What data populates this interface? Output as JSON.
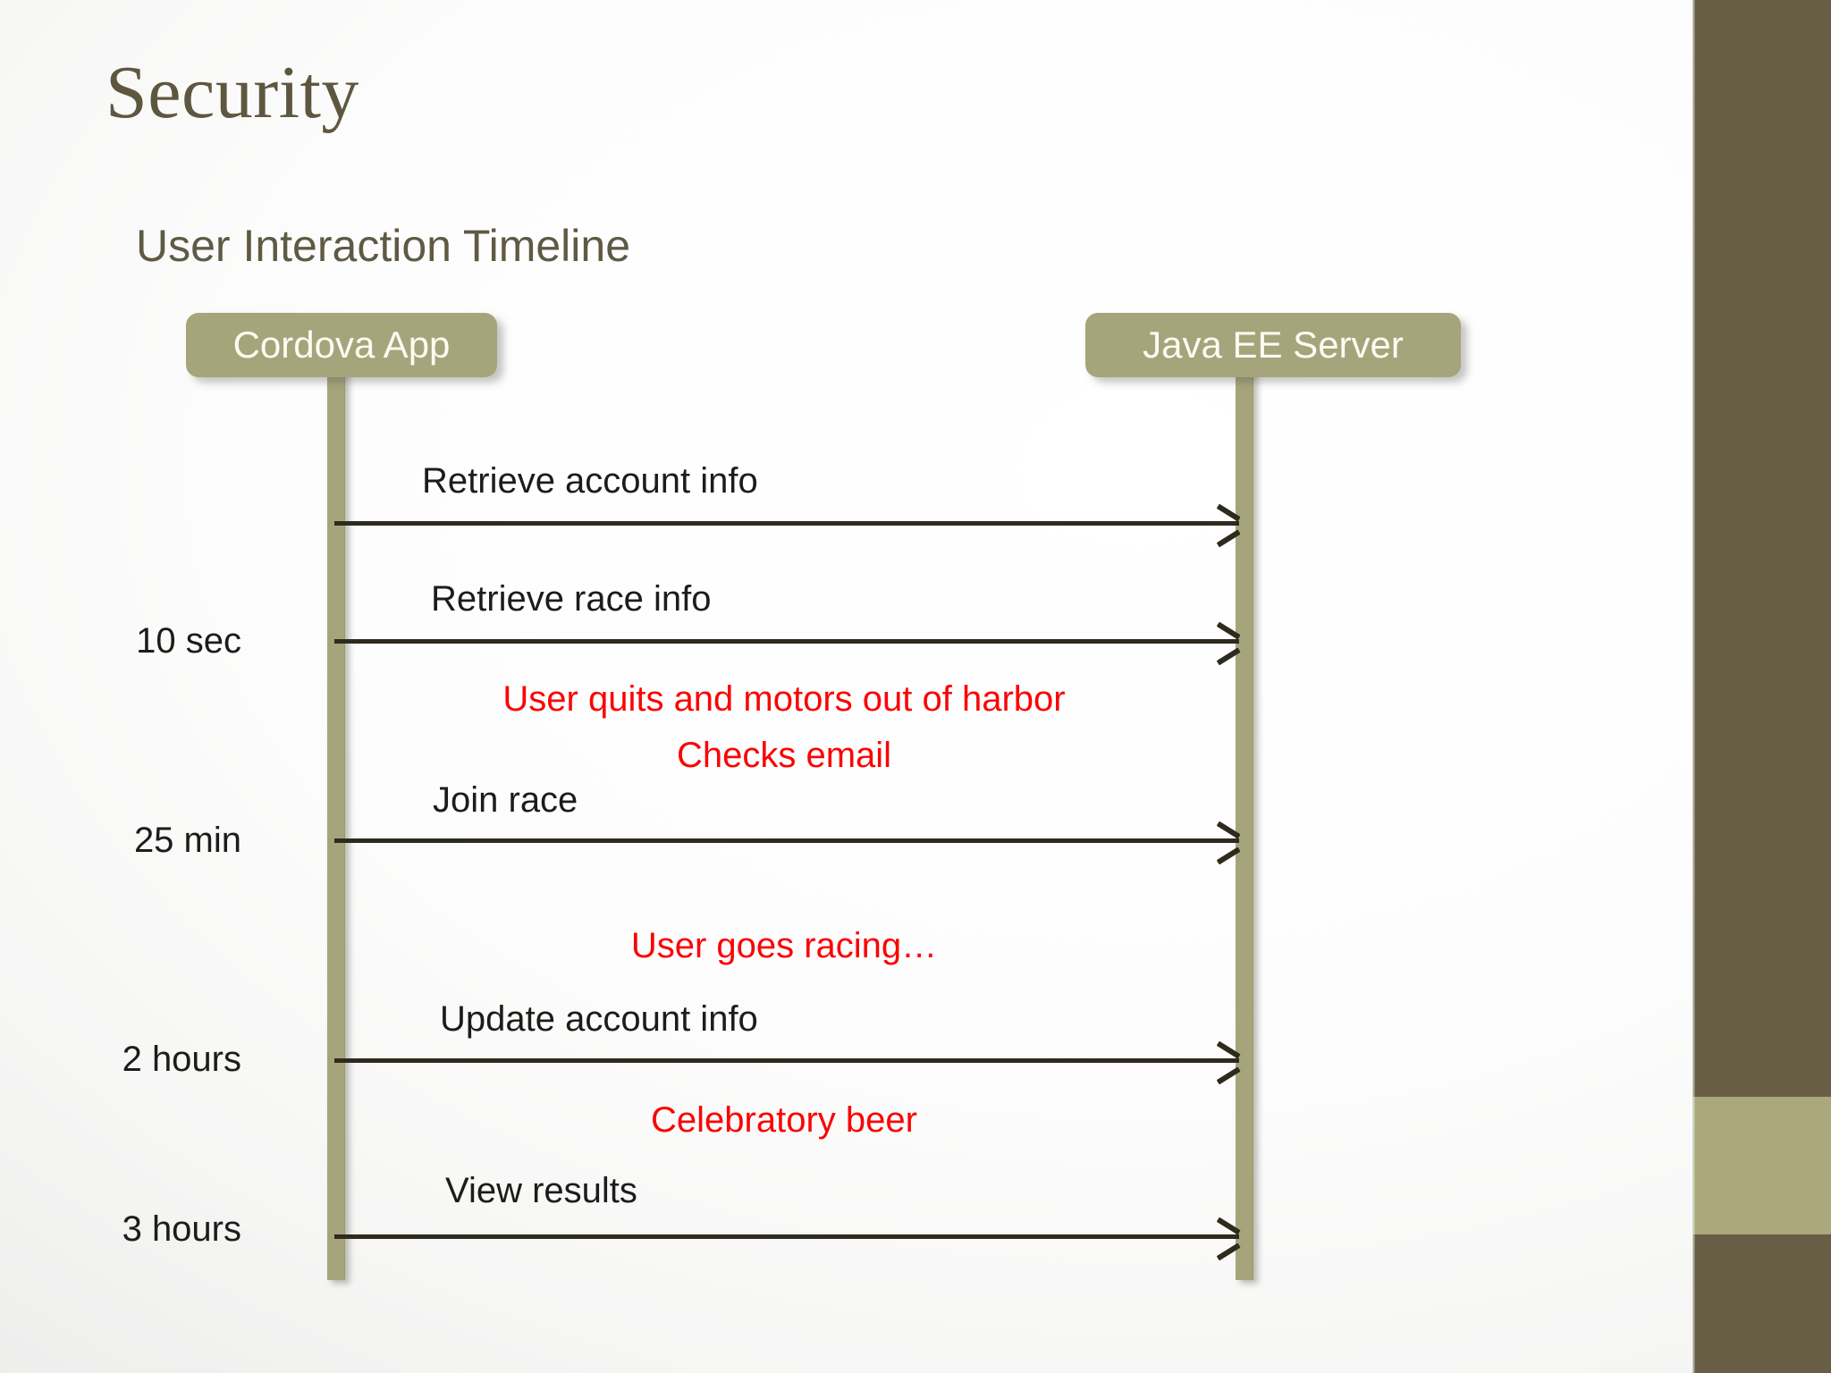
{
  "slide": {
    "title": "Security",
    "diagram_title": "User Interaction Timeline"
  },
  "theme": {
    "title_color": "#5e573f",
    "subtitle_color": "#5e5a43",
    "actor_fill": "#a6a47a",
    "actor_text": "#fdfbf2",
    "message_color": "#2e2b1e",
    "note_color": "#fa0505",
    "sidebar_dark": "#685e46",
    "sidebar_light": "#aaa87c"
  },
  "diagram": {
    "type": "sequence-diagram",
    "actors": [
      {
        "id": "client",
        "label": "Cordova App"
      },
      {
        "id": "server",
        "label": "Java EE Server"
      }
    ],
    "messages": [
      {
        "label": "Retrieve account info",
        "from": "client",
        "to": "server",
        "time": ""
      },
      {
        "label": "Retrieve race info",
        "from": "client",
        "to": "server",
        "time": "10 sec"
      },
      {
        "label": "Join race",
        "from": "client",
        "to": "server",
        "time": "25 min"
      },
      {
        "label": "Update account info",
        "from": "client",
        "to": "server",
        "time": "2 hours"
      },
      {
        "label": "View results",
        "from": "client",
        "to": "server",
        "time": "3 hours"
      }
    ],
    "notes": [
      {
        "text": "User quits and motors out of harbor"
      },
      {
        "text": "Checks email"
      },
      {
        "text": "User goes racing…"
      },
      {
        "text": "Celebratory beer"
      }
    ]
  }
}
